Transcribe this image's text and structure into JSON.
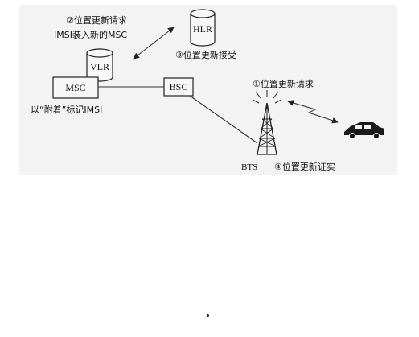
{
  "nodes": {
    "hlr": "HLR",
    "vlr": "VLR",
    "msc": "MSC",
    "bsc": "BSC",
    "bts": "BTS"
  },
  "steps": {
    "step1": "①位置更新请求",
    "step2_line1": "②位置更新请求",
    "step2_line2": "IMSI装入新的MSC",
    "step3": "③位置更新接受",
    "step4": "④位置更新证实"
  },
  "notes": {
    "attach": "以“附着”标记IMSI"
  }
}
